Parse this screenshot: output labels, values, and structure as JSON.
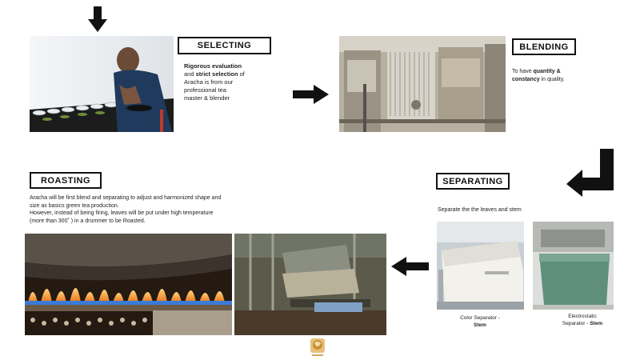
{
  "steps": {
    "selecting": {
      "title": "SELECTING",
      "desc_l1": "Rigorous evaluation",
      "desc_l2a": "and ",
      "desc_l2b": "strict selection",
      "desc_l2c": " of",
      "desc_l3": "Aracha is from our",
      "desc_l4": "professional tea",
      "desc_l5": "master & blender"
    },
    "blending": {
      "title": "BLENDING",
      "desc_l1a": "To have ",
      "desc_l1b": "quantity &",
      "desc_l2a": "constancy",
      "desc_l2b": " in quality."
    },
    "separating": {
      "title": "SEPARATING",
      "desc": "Separate the the leaves and stem",
      "caption_color_l1": "Color Separator -",
      "caption_color_l2": "Stem",
      "caption_electro_l1": "Electrostatic",
      "caption_electro_l2a": "Separator - ",
      "caption_electro_l2b": "Stem"
    },
    "roasting": {
      "title": "ROASTING",
      "desc_l1": "Aracha will be first blend and separating to adjust and harmonized shape and",
      "desc_l2": "size as basics green tea production.",
      "desc_l3": "However, instead of being firing, leaves will be put under high temperature",
      "desc_l4": "(more than 300˚  ) in a drummer to be Roasted."
    }
  },
  "icons": {
    "down": "arrow-down-icon",
    "right": "arrow-right-icon",
    "corner": "arrow-down-left-icon",
    "left": "arrow-left-icon",
    "logo": "brand-logo"
  },
  "colors": {
    "arrow": "#111111",
    "flame": "#f29a2e",
    "gas_blue": "#3a7bd5",
    "machine_green": "#5f8f7c"
  }
}
